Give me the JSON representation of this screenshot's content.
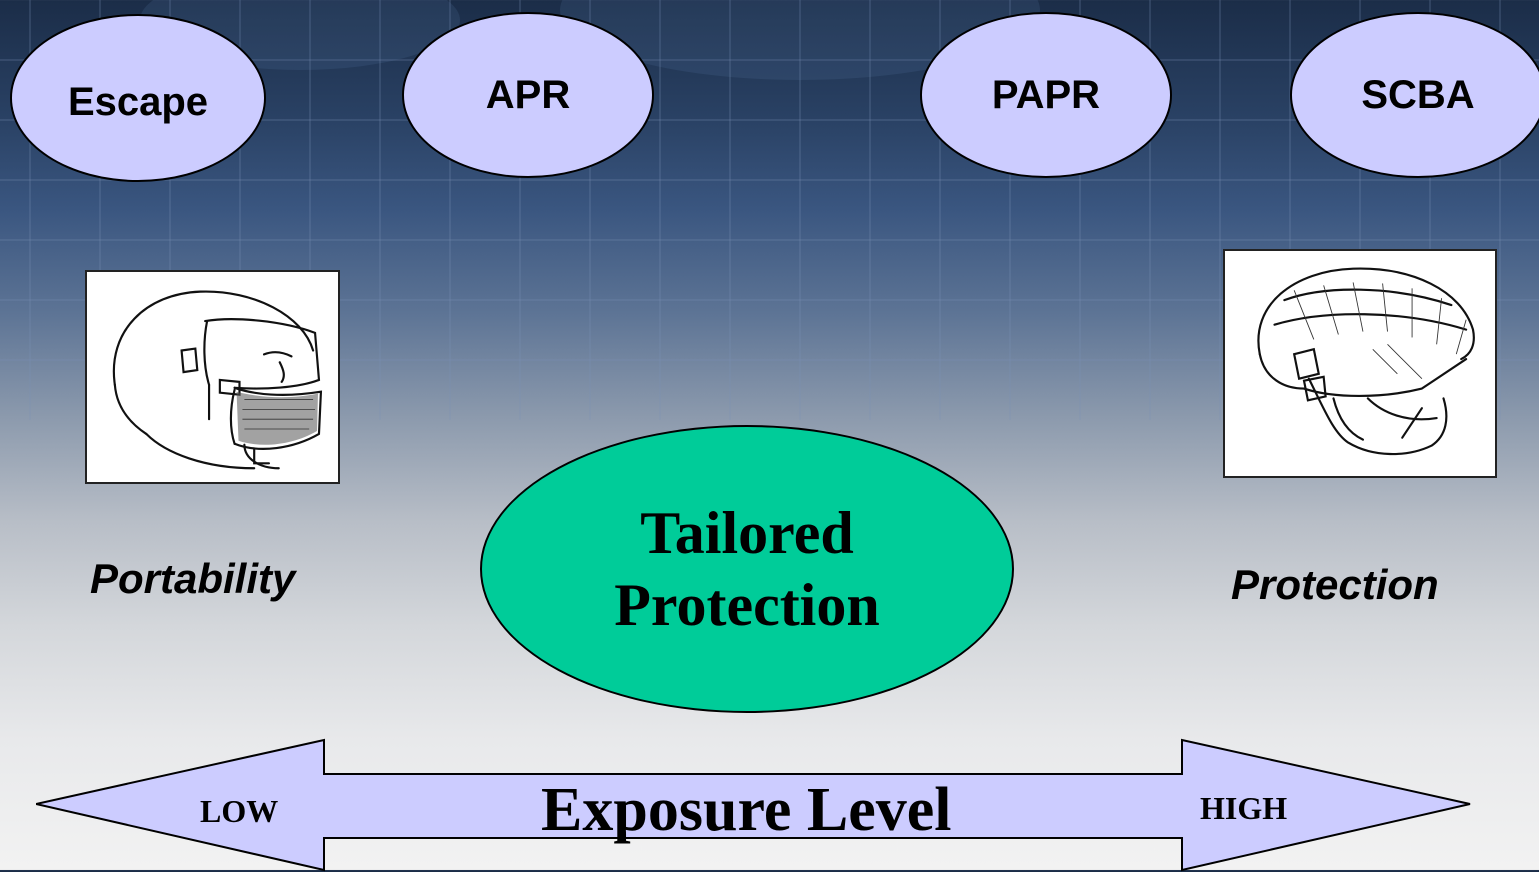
{
  "respirator_types": {
    "escape": "Escape",
    "apr": "APR",
    "papr": "PAPR",
    "scba": "SCBA"
  },
  "illustrations": {
    "left": "escape-hood-icon",
    "right": "papr-hood-icon"
  },
  "labels": {
    "left": "Portability",
    "right": "Protection"
  },
  "center": {
    "line1": "Tailored",
    "line2": "Protection"
  },
  "arrow": {
    "low": "LOW",
    "title": "Exposure Level",
    "high": "HIGH"
  },
  "colors": {
    "oval_fill": "#ccccff",
    "center_fill": "#00cc99",
    "arrow_fill": "#ccccff"
  }
}
